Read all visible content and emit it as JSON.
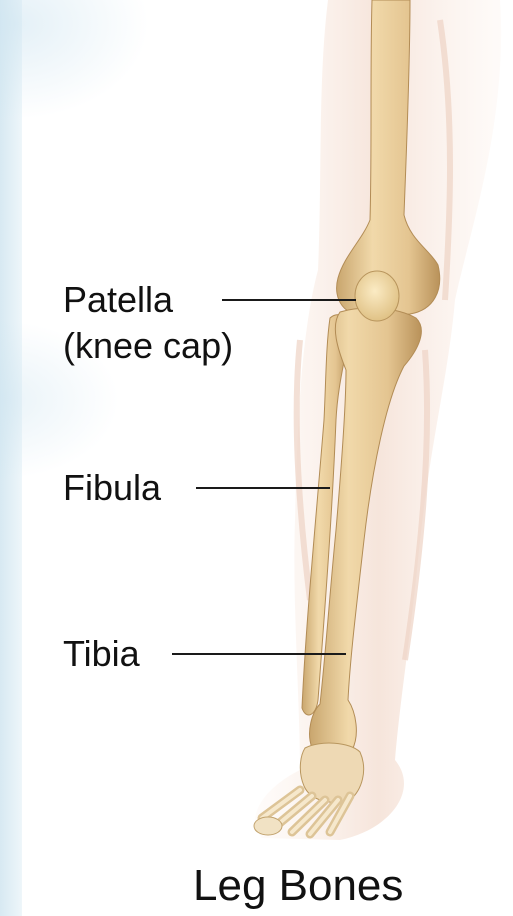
{
  "labels": {
    "patella": "Patella",
    "patella_note": "(knee cap)",
    "fibula": "Fibula",
    "tibia": "Tibia"
  },
  "title": "Leg Bones",
  "colors": {
    "background": "#ffffff",
    "left_strip": "#d7e9f2",
    "bone": "#e7cb98",
    "bone_shadow": "#c9a66e",
    "soft_tissue": "#f4e2d8",
    "leader_line": "#1a1a1a",
    "text": "#111111"
  }
}
